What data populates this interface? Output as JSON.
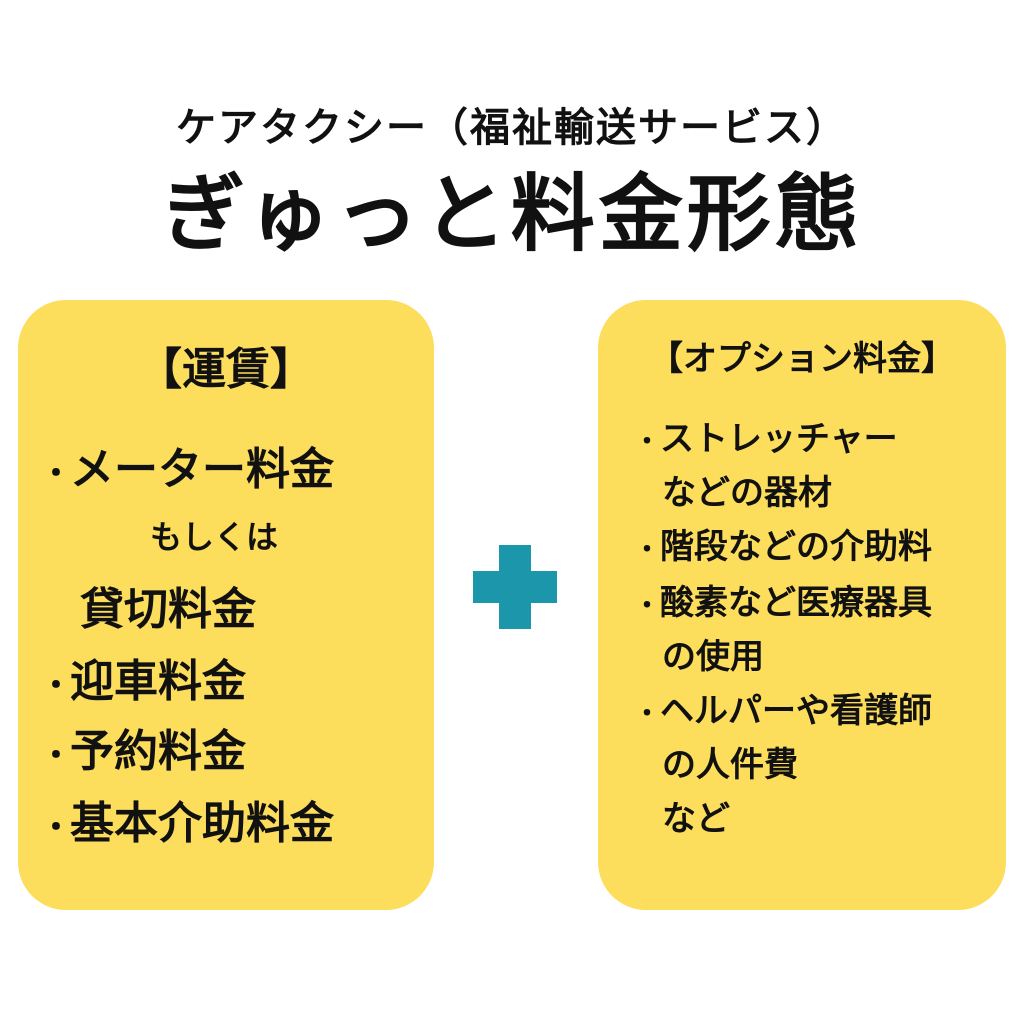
{
  "header": {
    "subtitle": "ケアタクシー（福祉輸送サービス）",
    "title": "ぎゅっと料金形態"
  },
  "left_card": {
    "heading": "【運賃】",
    "bullet": "・",
    "items": {
      "meter": "メーター料金",
      "or": "もしくは",
      "charter": "貸切料金",
      "pickup": "迎車料金",
      "reservation": "予約料金",
      "basic_assist": "基本介助料金"
    }
  },
  "right_card": {
    "heading": "【オプション料金】",
    "bullet": "・",
    "items": {
      "stretcher_line1": "ストレッチャー",
      "stretcher_line2": "などの器材",
      "stairs": "階段などの介助料",
      "oxygen_line1": "酸素など医療器具",
      "oxygen_line2": "の使用",
      "helper_line1": "ヘルパーや看護師",
      "helper_line2": "の人件費",
      "etc": "など"
    }
  },
  "colors": {
    "card_background": "#fddd5c",
    "plus_sign": "#1b96ab",
    "text": "#111111"
  },
  "icons": {
    "plus": "plus-icon"
  }
}
